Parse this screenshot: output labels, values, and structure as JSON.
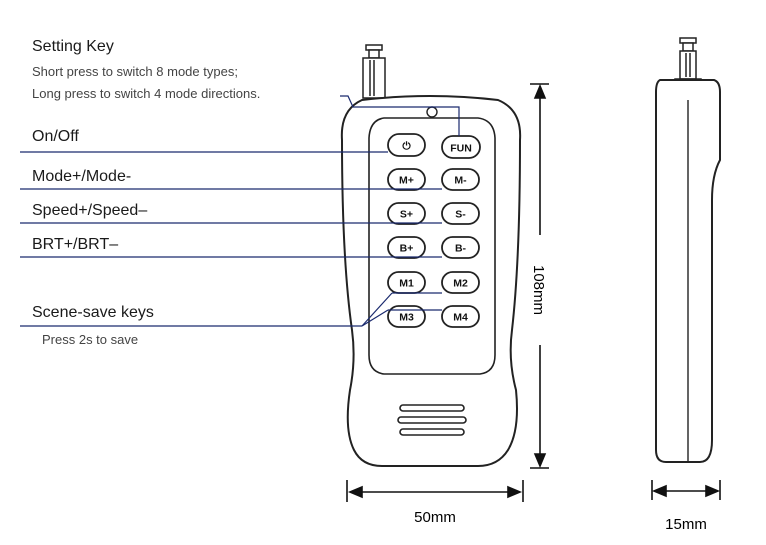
{
  "callouts": {
    "setting_key": {
      "title": "Setting Key",
      "line1": "Short press to switch 8 mode types;",
      "line2": "Long press to switch 4 mode directions."
    },
    "on_off": "On/Off",
    "mode": "Mode+/Mode-",
    "speed": "Speed+/Speed–",
    "brt": "BRT+/BRT–",
    "scene": {
      "title": "Scene-save keys",
      "note": "Press 2s to save"
    }
  },
  "buttons": {
    "power": "⏻",
    "fun": "FUN",
    "mode_plus": "M+",
    "mode_minus": "M-",
    "speed_plus": "S+",
    "speed_minus": "S-",
    "brt_plus": "B+",
    "brt_minus": "B-",
    "m1": "M1",
    "m2": "M2",
    "m3": "M3",
    "m4": "M4"
  },
  "dimensions": {
    "height": "108mm",
    "width": "50mm",
    "depth": "15mm"
  }
}
